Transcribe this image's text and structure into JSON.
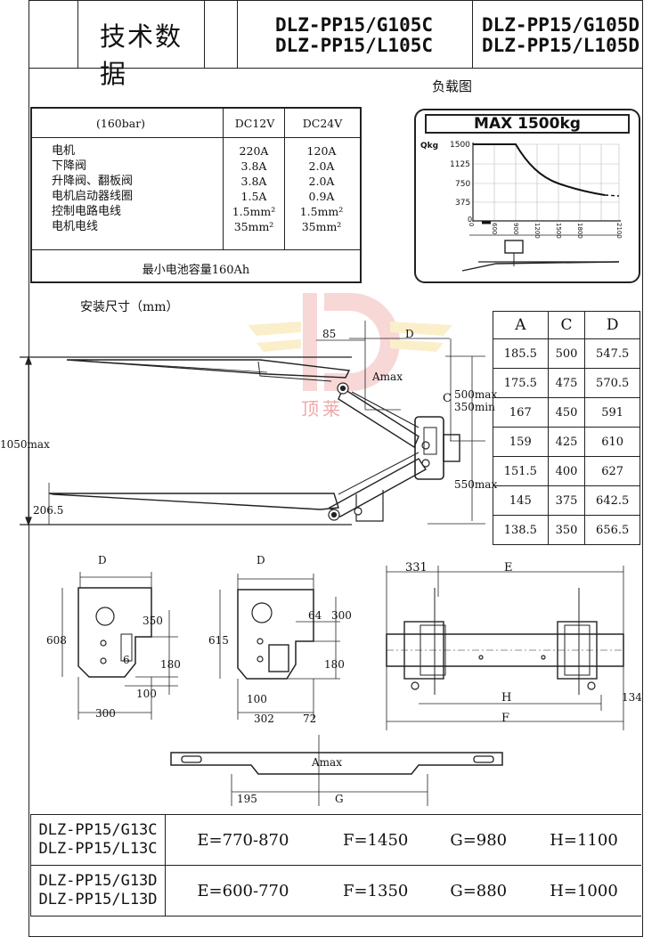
{
  "header": {
    "title": "技术数据",
    "models_c": [
      "DLZ-PP15/G105C",
      "DLZ-PP15/L105C"
    ],
    "models_d": [
      "DLZ-PP15/G105D",
      "DLZ-PP15/L105D"
    ]
  },
  "load_chart": {
    "title": "负载图",
    "max_label": "MAX 1500kg",
    "y_axis_label": "Qkg",
    "y_ticks": [
      "1500",
      "1125",
      "750",
      "375",
      "0"
    ],
    "x_ticks": [
      "0",
      "600",
      "900",
      "1200",
      "1500",
      "1800",
      "2100"
    ]
  },
  "tech_table": {
    "pressure": "(160bar)",
    "col_headers": [
      "DC12V",
      "DC24V"
    ],
    "rows": [
      {
        "label": "电机",
        "v12": "220A",
        "v24": "120A"
      },
      {
        "label": "下降阀",
        "v12": "3.8A",
        "v24": "2.0A"
      },
      {
        "label": "升降阀、翻板阀",
        "v12": "3.8A",
        "v24": "2.0A"
      },
      {
        "label": "电机启动器线圈",
        "v12": "1.5A",
        "v24": "0.9A"
      },
      {
        "label": "控制电路电线",
        "v12": "1.5mm²",
        "v24": "1.5mm²"
      },
      {
        "label": "电机电线",
        "v12": "35mm²",
        "v24": "35mm²"
      }
    ],
    "footer": "最小电池容量160Ah"
  },
  "install": {
    "title": "安装尺寸（mm）",
    "labels": {
      "d85": "85",
      "D": "D",
      "amax": "Amax",
      "C": "C",
      "c_range_1": "500max",
      "c_range_2": "350min",
      "h1050": "1050max",
      "h206": "206.5",
      "h550": "550max"
    },
    "watermark": "顶莱"
  },
  "dim_table": {
    "headers": [
      "A",
      "C",
      "D"
    ],
    "rows": [
      [
        "185.5",
        "500",
        "547.5"
      ],
      [
        "175.5",
        "475",
        "570.5"
      ],
      [
        "167",
        "450",
        "591"
      ],
      [
        "159",
        "425",
        "610"
      ],
      [
        "151.5",
        "400",
        "627"
      ],
      [
        "145",
        "375",
        "642.5"
      ],
      [
        "138.5",
        "350",
        "656.5"
      ]
    ]
  },
  "bracket1": {
    "D": "D",
    "h608": "608",
    "d350": "350",
    "d6": "6",
    "d180": "180",
    "d100": "100",
    "d300": "300"
  },
  "bracket2": {
    "D": "D",
    "h615": "615",
    "d64": "64",
    "d300": "300",
    "d180": "180",
    "d100": "100",
    "d302": "302",
    "d72": "72"
  },
  "plan": {
    "d331": "331",
    "E": "E",
    "H": "H",
    "d134": "134",
    "F": "F"
  },
  "bar": {
    "amax": "Amax",
    "d195": "195",
    "G": "G"
  },
  "bottom_table": [
    {
      "models": [
        "DLZ-PP15/G13C",
        "DLZ-PP15/L13C"
      ],
      "E": "E=770-870",
      "F": "F=1450",
      "G": "G=980",
      "H": "H=1100"
    },
    {
      "models": [
        "DLZ-PP15/G13D",
        "DLZ-PP15/L13D"
      ],
      "E": "E=600-770",
      "F": "F=1350",
      "G": "G=880",
      "H": "H=1000"
    }
  ]
}
